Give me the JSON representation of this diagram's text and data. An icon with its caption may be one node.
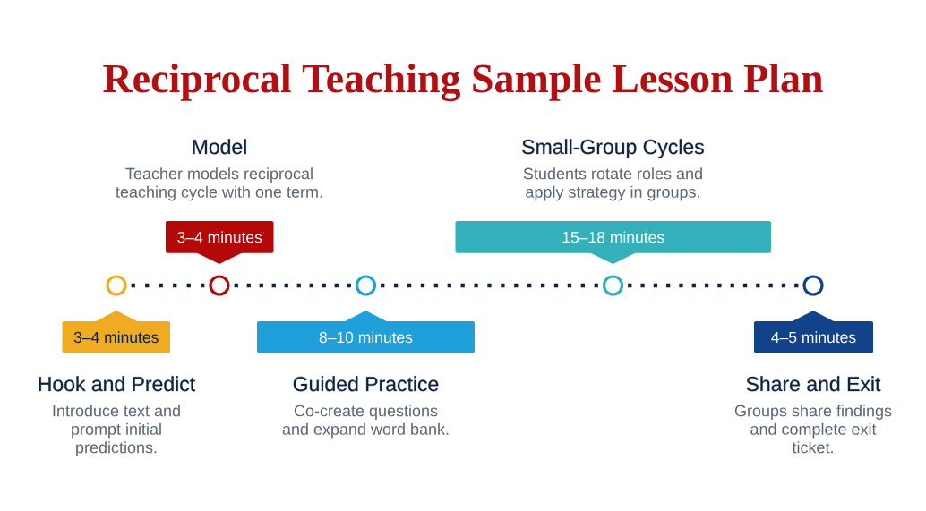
{
  "diagram": {
    "title": "Reciprocal Teaching Sample Lesson Plan",
    "nodes": [
      {
        "text": [],
        "shape": "circle"
      },
      {
        "text": [],
        "shape": "circle"
      },
      {
        "text": [],
        "shape": "circle"
      },
      {
        "text": [],
        "shape": "circle"
      },
      {
        "text": [],
        "shape": "circle"
      },
      {
        "text": [
          "3–4 minutes"
        ],
        "beside": [
          "Hook and Predict",
          "Introduce text and prompt initial predictions."
        ]
      },
      {
        "text": [
          "3–4 minutes"
        ],
        "beside": [
          "Model",
          "Teacher models reciprocal teaching cycle with one term."
        ]
      },
      {
        "text": [
          "8–10 minutes"
        ],
        "beside": [
          "Guided Practice",
          "Co-create questions and expand word bank."
        ]
      },
      {
        "text": [
          "15–18 minutes"
        ],
        "beside": [
          "Small-Group Cycles",
          "Students rotate roles and apply strategy in groups."
        ]
      },
      {
        "text": [
          "4–5 minutes"
        ],
        "beside": [
          "Share and Exit",
          "Groups share findings and complete exit ticket."
        ]
      }
    ],
    "edges": [
      {
        "from": 0,
        "to": 1,
        "arrow": "none",
        "style": "dashed"
      },
      {
        "from": 1,
        "to": 2,
        "arrow": "none",
        "style": "dashed"
      },
      {
        "from": 2,
        "to": 3,
        "arrow": "none",
        "style": "dashed"
      },
      {
        "from": 3,
        "to": 4,
        "arrow": "none",
        "style": "dashed"
      }
    ]
  }
}
